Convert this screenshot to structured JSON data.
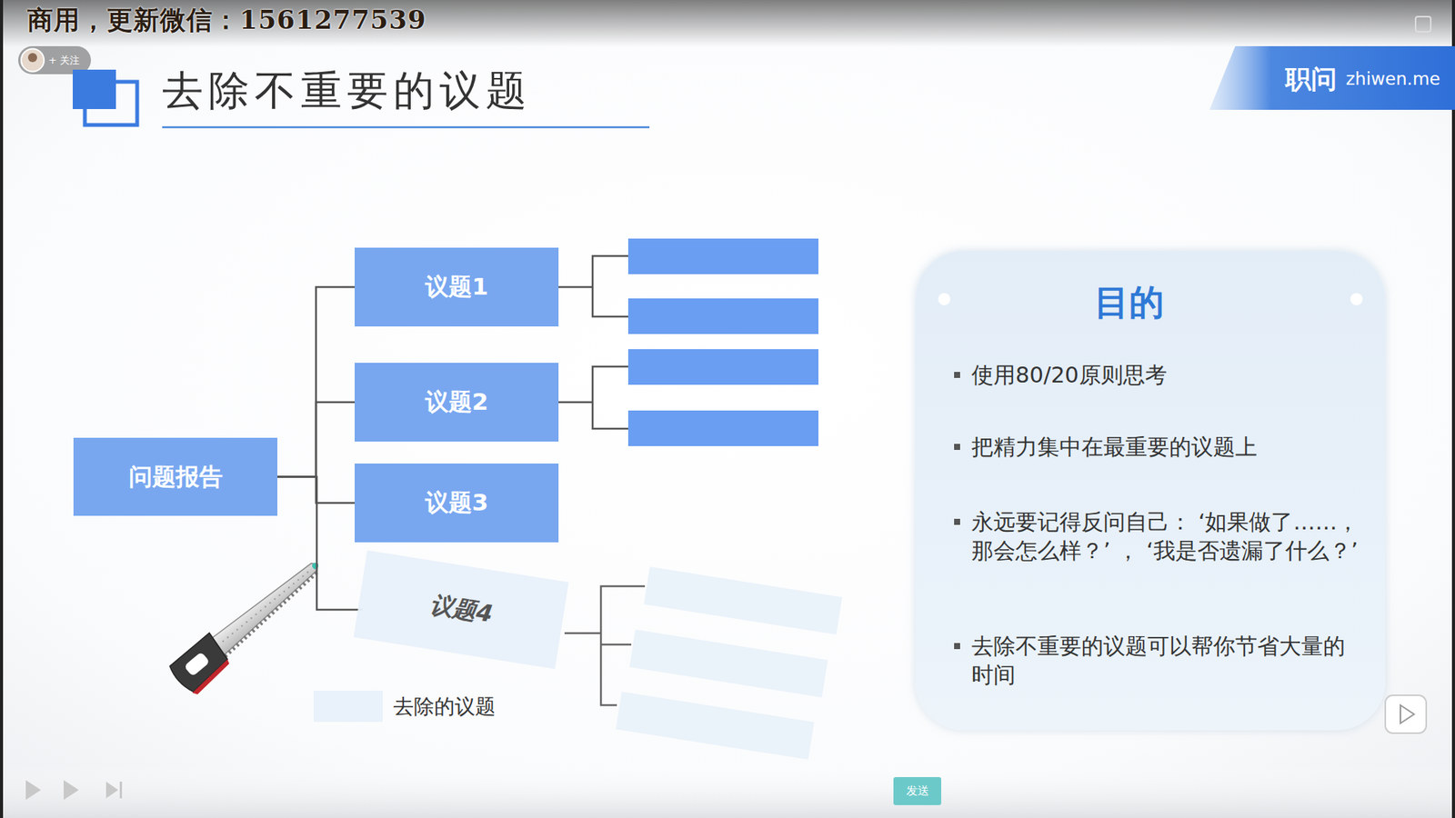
{
  "diagram": {
    "title": "去除不重要的议题",
    "nodes": [
      {
        "text": [
          "问题报告"
        ]
      },
      {
        "text": [
          "议题1"
        ]
      },
      {
        "text": [
          "议题2"
        ]
      },
      {
        "text": [
          "议题3"
        ]
      },
      {
        "text": [
          "议题4"
        ]
      },
      {
        "text": [
          "目的",
          "使用80/20原则思考",
          "把精力集中在最重要的议题上",
          "永远要记得反问自己： ‘如果做了……，那会怎么样？’ ， ‘我是否遗漏了什么？’",
          "去除不重要的议题可以帮你节省大量的时间"
        ]
      }
    ],
    "edges": [
      {
        "from": 0,
        "to": 1,
        "arrow": "none"
      },
      {
        "from": 0,
        "to": 2,
        "arrow": "none"
      },
      {
        "from": 0,
        "to": 3,
        "arrow": "none"
      },
      {
        "from": 0,
        "to": 4,
        "arrow": "none"
      }
    ],
    "labels": [
      "商用，更新微信：1561277539",
      "+ 关注",
      "职问",
      "zhiwen.me",
      "发送"
    ],
    "legend": [
      {
        "text": "去除的议题",
        "color": "#e9f1fa"
      }
    ]
  }
}
